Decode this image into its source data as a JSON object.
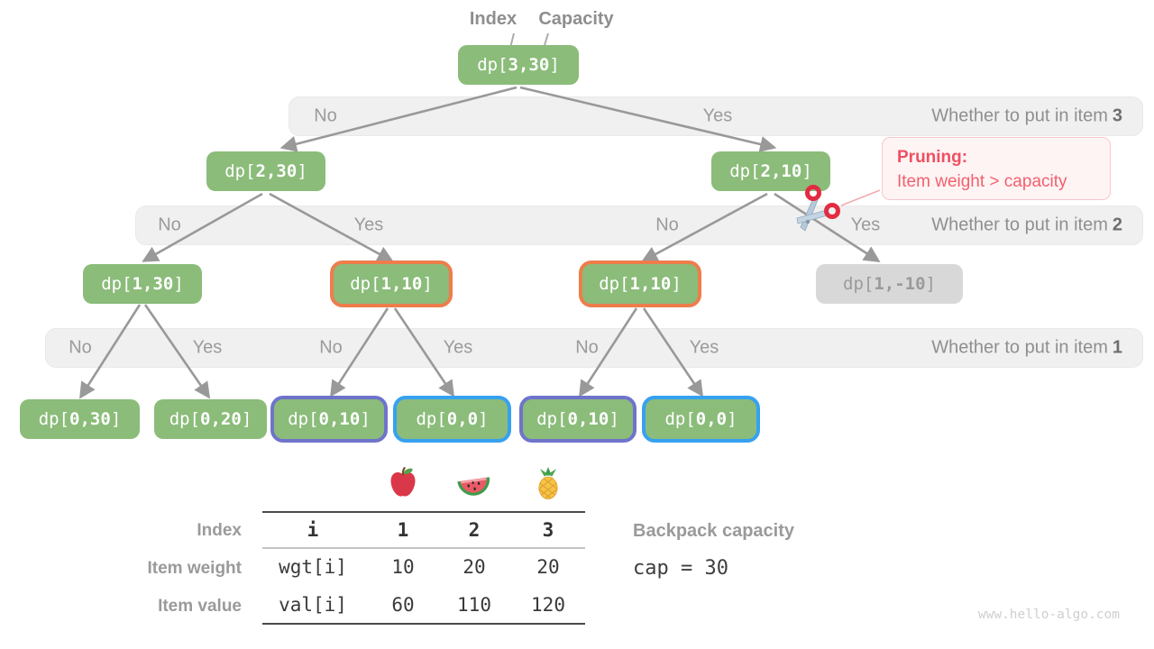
{
  "pointers": {
    "index_label": "Index",
    "capacity_label": "Capacity"
  },
  "nodes": [
    {
      "label": "dp[3,30]",
      "variant": "green"
    },
    {
      "label": "dp[2,30]",
      "variant": "green"
    },
    {
      "label": "dp[2,10]",
      "variant": "green"
    },
    {
      "label": "dp[1,30]",
      "variant": "green"
    },
    {
      "label": "dp[1,10]",
      "variant": "green-orange-ring"
    },
    {
      "label": "dp[1,10]",
      "variant": "green-orange-ring"
    },
    {
      "label": "dp[1,-10]",
      "variant": "gray"
    },
    {
      "label": "dp[0,30]",
      "variant": "green"
    },
    {
      "label": "dp[0,20]",
      "variant": "green"
    },
    {
      "label": "dp[0,10]",
      "variant": "green-purple-ring"
    },
    {
      "label": "dp[0,0]",
      "variant": "green-blue-ring"
    },
    {
      "label": "dp[0,10]",
      "variant": "green-purple-ring"
    },
    {
      "label": "dp[0,0]",
      "variant": "green-blue-ring"
    }
  ],
  "bands": [
    {
      "labels": [
        "No",
        "Yes"
      ],
      "question_prefix": "Whether to put in item",
      "item": "3"
    },
    {
      "labels": [
        "No",
        "Yes",
        "No",
        "Yes"
      ],
      "question_prefix": "Whether to put in item",
      "item": "2"
    },
    {
      "labels": [
        "No",
        "Yes",
        "No",
        "Yes",
        "No",
        "Yes"
      ],
      "question_prefix": "Whether to put in item",
      "item": "1"
    }
  ],
  "pruning": {
    "title": "Pruning:",
    "body": "Item weight > capacity"
  },
  "table": {
    "icons": [
      "apple",
      "watermelon",
      "pineapple"
    ],
    "row_headers": [
      "Index",
      "Item weight",
      "Item value"
    ],
    "rows": [
      {
        "name": "i",
        "values": [
          "1",
          "2",
          "3"
        ]
      },
      {
        "name": "wgt[i]",
        "values": [
          "10",
          "20",
          "20"
        ]
      },
      {
        "name": "val[i]",
        "values": [
          "60",
          "110",
          "120"
        ]
      }
    ]
  },
  "capacity_info": {
    "label": "Backpack capacity",
    "code": "cap = 30"
  },
  "watermark": {
    "text": "www.hello-algo.com"
  },
  "colors": {
    "node_green": "#8bbc7a",
    "node_gray_bg": "#d8d8d8",
    "ring_orange": "#ee7d4c",
    "ring_purple": "#6f74cb",
    "ring_blue": "#37a1f0",
    "band_bg": "#f0f0f0",
    "arrow_gray": "#999999",
    "pruning_red": "#ef4f63",
    "pruning_bg": "#fef4f4"
  }
}
